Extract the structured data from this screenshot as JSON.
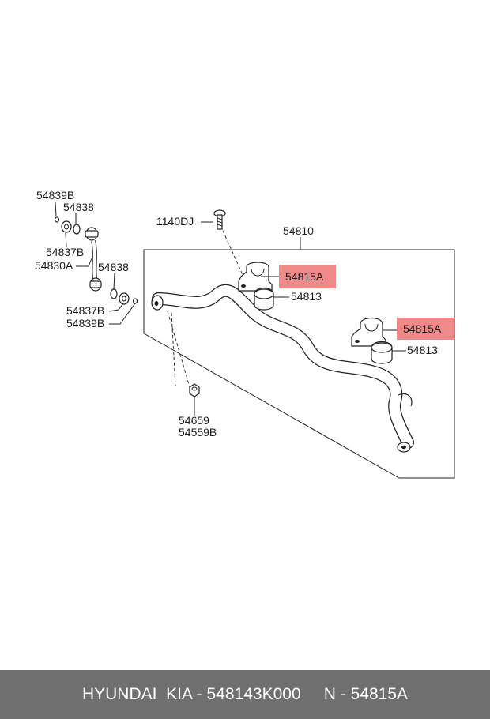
{
  "diagram": {
    "labels": {
      "p54839B_top": "54839B",
      "p54838_top": "54838",
      "p54837B_top": "54837B",
      "p54830A": "54830A",
      "p54838_mid": "54838",
      "p54837B_bot": "54837B",
      "p54839B_bot": "54839B",
      "p1140DJ": "1140DJ",
      "p54810": "54810",
      "p54815A_a": "54815A",
      "p54813_a": "54813",
      "p54815A_b": "54815A",
      "p54813_b": "54813",
      "p54659": "54659",
      "p54559B": "54559B"
    },
    "highlight_color": "#f08a8a"
  },
  "footer": {
    "text": "HYUNDAI  KIA - 548143K000     N - 54815A",
    "background": "#6f6f6f"
  }
}
